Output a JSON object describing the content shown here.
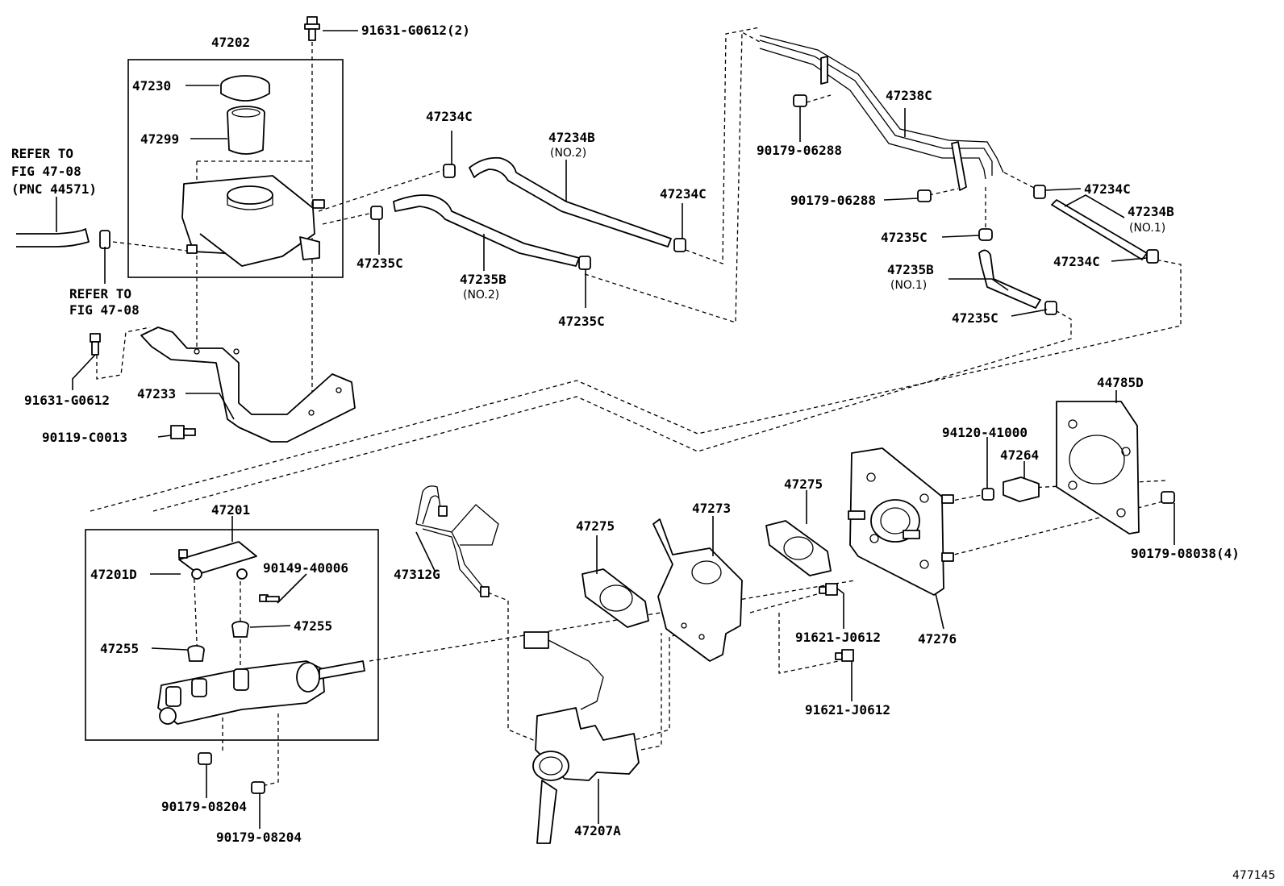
{
  "diagram_id": "477145",
  "boxes": {
    "reservoir": "47202",
    "master_cylinder": "47201"
  },
  "parts": {
    "p47202": "47202",
    "p47230": "47230",
    "p47299": "47299",
    "p91631_top": "91631-G0612(2)",
    "p91631_left": "91631-G0612",
    "p47233": "47233",
    "p90119": "90119-C0013",
    "p47234C_a": "47234C",
    "p47234B_a": "47234B",
    "p47234B_a_note": "(NO.2)",
    "p47234C_b": "47234C",
    "p47235C_a": "47235C",
    "p47235B_a": "47235B",
    "p47235B_a_note": "(NO.2)",
    "p47235C_b": "47235C",
    "p47238C": "47238C",
    "p90179_06288_a": "90179-06288",
    "p90179_06288_b": "90179-06288",
    "p47234C_c": "47234C",
    "p47234B_b": "47234B",
    "p47234B_b_note": "(NO.1)",
    "p47235C_c": "47235C",
    "p47234C_d": "47234C",
    "p47235B_b": "47235B",
    "p47235B_b_note": "(NO.1)",
    "p47235C_d": "47235C",
    "p47201": "47201",
    "p47201D": "47201D",
    "p90149": "90149-40006",
    "p47255_a": "47255",
    "p47255_b": "47255",
    "p90179_08204_a": "90179-08204",
    "p90179_08204_b": "90179-08204",
    "p47312G": "47312G",
    "p47275_a": "47275",
    "p47273": "47273",
    "p47207A": "47207A",
    "p47275_b": "47275",
    "p91621_a": "91621-J0612",
    "p91621_b": "91621-J0612",
    "p47276": "47276",
    "p94120": "94120-41000",
    "p47264": "47264",
    "p44785D": "44785D",
    "p90179_08038": "90179-08038(4)"
  },
  "references": {
    "refer_top": [
      "REFER TO",
      "FIG 47-08",
      "(PNC 44571)"
    ],
    "refer_bottom": [
      "REFER TO",
      "FIG 47-08"
    ]
  }
}
